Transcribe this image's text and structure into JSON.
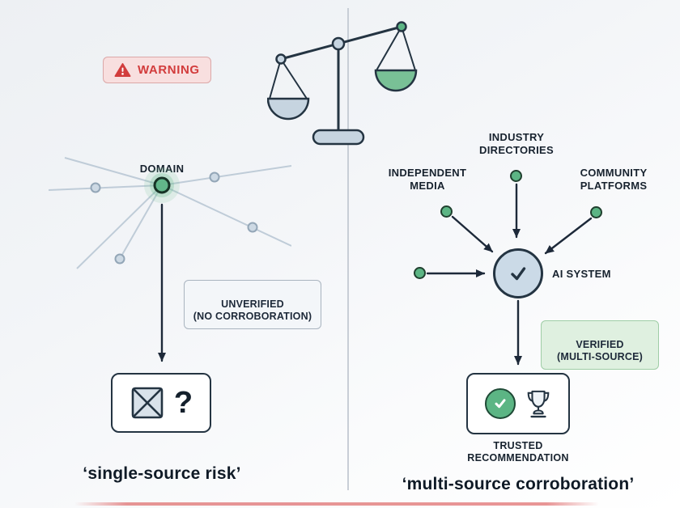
{
  "warning": {
    "label": "WARNING"
  },
  "left": {
    "domain_label": "DOMAIN",
    "unverified_label": "UNVERIFIED\n(NO CORROBORATION)",
    "question_mark": "?",
    "caption": "‘single-source risk’"
  },
  "right": {
    "sources": {
      "industry": "INDUSTRY\nDIRECTORIES",
      "independent": "INDEPENDENT\nMEDIA",
      "community": "COMMUNITY\nPLATFORMS"
    },
    "ai_label": "AI SYSTEM",
    "verified_label": "VERIFIED\n(MULTI-SOURCE)",
    "trusted_label": "TRUSTED\nRECOMMENDATION",
    "caption": "‘multi-source corroboration’"
  },
  "colors": {
    "ink": "#243442",
    "green": "#5cb584",
    "green_dark": "#1f4a36",
    "red": "#d23c3c",
    "panel_blue": "#cbdae7"
  }
}
